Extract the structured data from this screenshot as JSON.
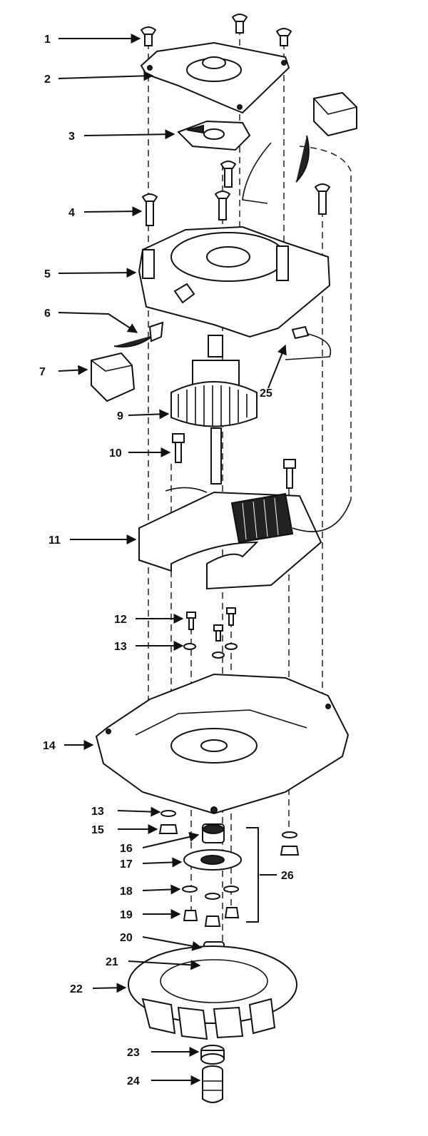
{
  "callouts": [
    {
      "label": "1"
    },
    {
      "label": "2"
    },
    {
      "label": "3"
    },
    {
      "label": "4"
    },
    {
      "label": "5"
    },
    {
      "label": "6"
    },
    {
      "label": "7"
    },
    {
      "label": "9"
    },
    {
      "label": "10"
    },
    {
      "label": "11"
    },
    {
      "label": "12"
    },
    {
      "label": "13"
    },
    {
      "label": "14"
    },
    {
      "label": "13"
    },
    {
      "label": "15"
    },
    {
      "label": "16"
    },
    {
      "label": "17"
    },
    {
      "label": "18"
    },
    {
      "label": "19"
    },
    {
      "label": "20"
    },
    {
      "label": "21"
    },
    {
      "label": "22"
    },
    {
      "label": "23"
    },
    {
      "label": "24"
    },
    {
      "label": "25"
    },
    {
      "label": "26"
    }
  ],
  "colors": {
    "ink": "#111111",
    "paper": "#ffffff"
  }
}
